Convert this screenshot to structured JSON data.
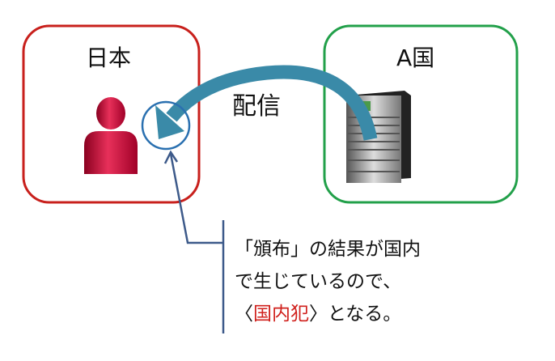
{
  "japan_box": {
    "label": "日本",
    "color": "#c8201c"
  },
  "foreign_box": {
    "label": "A国",
    "color": "#22a04a"
  },
  "arrow_label": "配信",
  "arrow_color": "#3a8aa8",
  "note": {
    "line1": "「頒布」の結果が国内",
    "line2": "で生じているので、",
    "line3_prefix": "〈",
    "line3_highlight": "国内犯",
    "line3_suffix": "〉となる。"
  }
}
